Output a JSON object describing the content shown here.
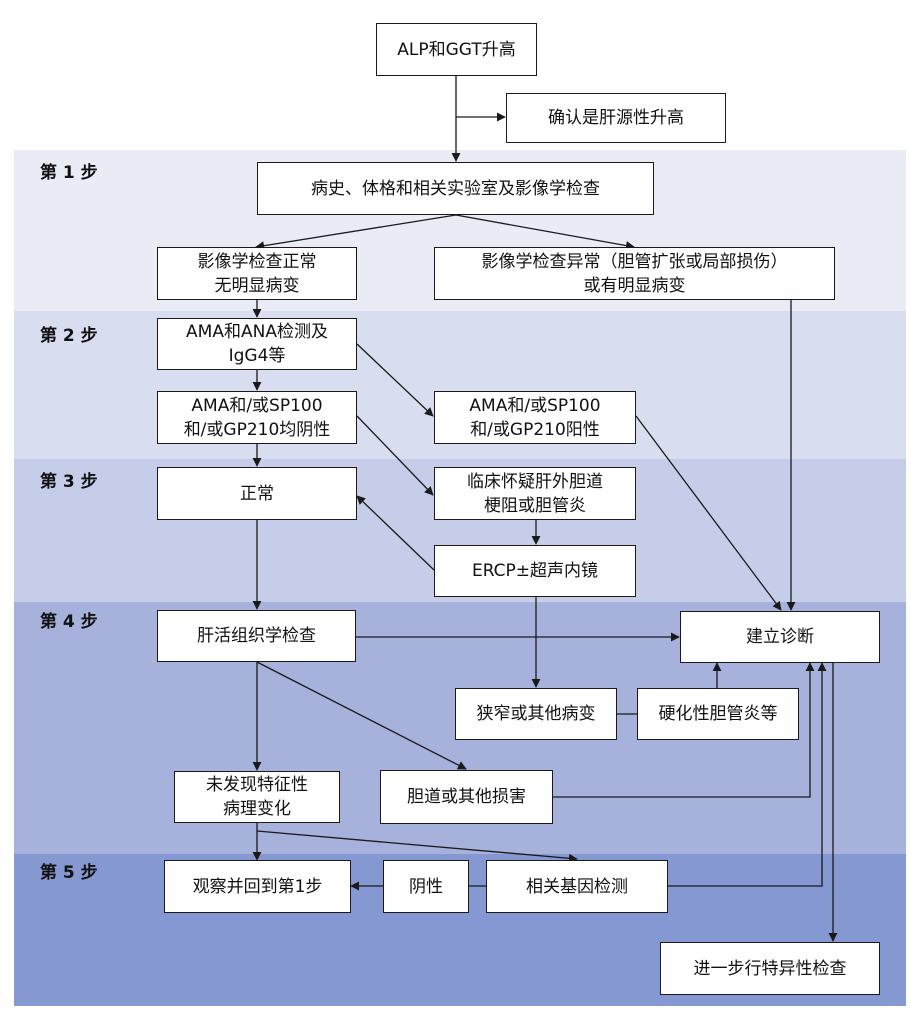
{
  "steps": [
    "第 1 步",
    "第 2 步",
    "第 3 步",
    "第 4 步",
    "第 5 步"
  ],
  "nodes": {
    "n_alp": "ALP和GGT升高",
    "n_confirm": "确认是肝源性升高",
    "n_history": "病史、体格和相关实验室及影像学检查",
    "n_img_normal": "影像学检查正常\n无明显病变",
    "n_img_abnormal": "影像学检查异常（胆管扩张或局部损伤）\n或有明显病变",
    "n_ama_test": "AMA和ANA检测及\nIgG4等",
    "n_ama_neg": "AMA和/或SP100\n和/或GP210均阴性",
    "n_ama_pos": "AMA和/或SP100\n和/或GP210阳性",
    "n_normal": "正常",
    "n_obstruct": "临床怀疑肝外胆道\n梗阻或胆管炎",
    "n_ercp": "ERCP±超声内镜",
    "n_biopsy": "肝活组织学检查",
    "n_diag": "建立诊断",
    "n_stricture": "狭窄或其他病变",
    "n_psc": "硬化性胆管炎等",
    "n_nofind": "未发现特征性\n病理变化",
    "n_bile": "胆道或其他损害",
    "n_observe": "观察并回到第1步",
    "n_negative": "阴性",
    "n_gene": "相关基因检测",
    "n_further": "进一步行特异性检查"
  }
}
